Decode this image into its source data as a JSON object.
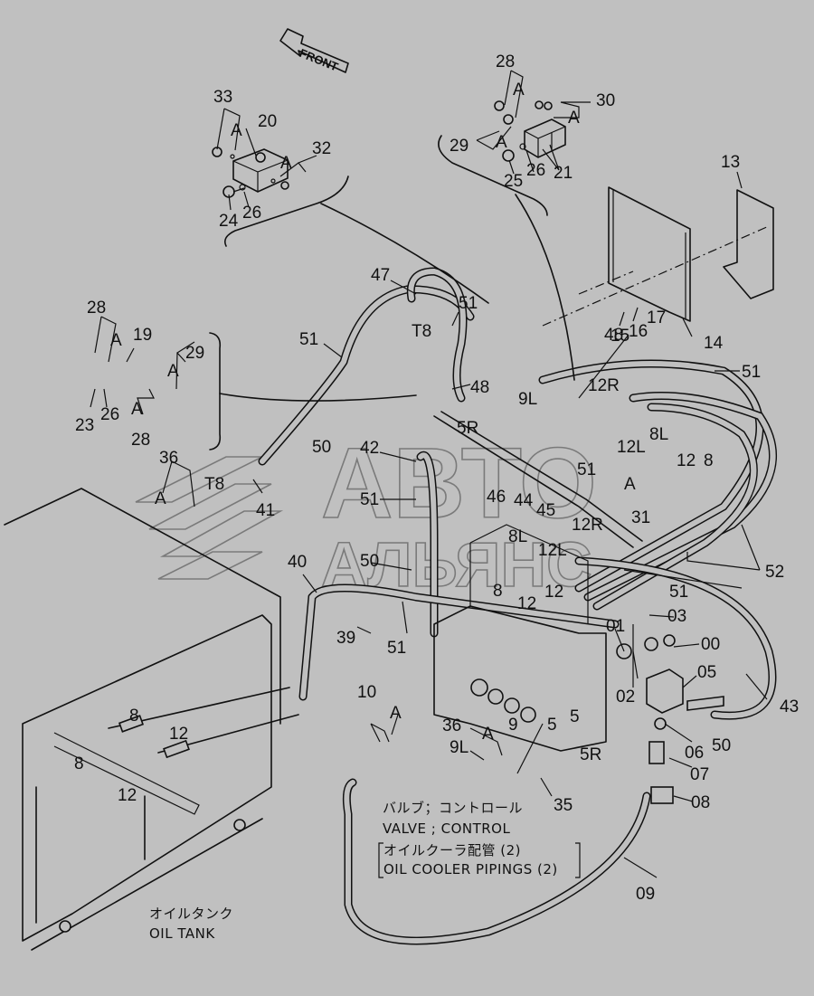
{
  "direction_indicator": {
    "text": "FRONT"
  },
  "captions": {
    "valve_jp": "バルブ；コントロール",
    "valve_en": "VALVE ; CONTROL",
    "group_jp": "オイルクーラ配管 (2)",
    "group_en": "OIL COOLER PIPINGS (2)",
    "tank_jp": "オイルタンク",
    "tank_en": "OIL TANK"
  },
  "watermark": {
    "line1": "АВТО",
    "line2": "АЛЬЯНС"
  },
  "callouts": [
    {
      "text": "33"
    },
    {
      "text": "A"
    },
    {
      "text": "20"
    },
    {
      "text": "32"
    },
    {
      "text": "A"
    },
    {
      "text": "24"
    },
    {
      "text": "26"
    },
    {
      "text": "28"
    },
    {
      "text": "A"
    },
    {
      "text": "30"
    },
    {
      "text": "A"
    },
    {
      "text": "29"
    },
    {
      "text": "A"
    },
    {
      "text": "25"
    },
    {
      "text": "26"
    },
    {
      "text": "21"
    },
    {
      "text": "13"
    },
    {
      "text": "15"
    },
    {
      "text": "16"
    },
    {
      "text": "17"
    },
    {
      "text": "14"
    },
    {
      "text": "47"
    },
    {
      "text": "51"
    },
    {
      "text": "T8"
    },
    {
      "text": "51"
    },
    {
      "text": "48"
    },
    {
      "text": "48"
    },
    {
      "text": "9L"
    },
    {
      "text": "12R"
    },
    {
      "text": "51"
    },
    {
      "text": "5R"
    },
    {
      "text": "28"
    },
    {
      "text": "A"
    },
    {
      "text": "19"
    },
    {
      "text": "29"
    },
    {
      "text": "A"
    },
    {
      "text": "23"
    },
    {
      "text": "26"
    },
    {
      "text": "A"
    },
    {
      "text": "28"
    },
    {
      "text": "36"
    },
    {
      "text": "A"
    },
    {
      "text": "T8"
    },
    {
      "text": "41"
    },
    {
      "text": "50"
    },
    {
      "text": "42"
    },
    {
      "text": "51"
    },
    {
      "text": "50"
    },
    {
      "text": "40"
    },
    {
      "text": "39"
    },
    {
      "text": "51"
    },
    {
      "text": "8L"
    },
    {
      "text": "12L"
    },
    {
      "text": "12"
    },
    {
      "text": "8"
    },
    {
      "text": "51"
    },
    {
      "text": "A"
    },
    {
      "text": "31"
    },
    {
      "text": "46"
    },
    {
      "text": "44"
    },
    {
      "text": "45"
    },
    {
      "text": "8L"
    },
    {
      "text": "12R"
    },
    {
      "text": "12L"
    },
    {
      "text": "8"
    },
    {
      "text": "12"
    },
    {
      "text": "12"
    },
    {
      "text": "52"
    },
    {
      "text": "51"
    },
    {
      "text": "01"
    },
    {
      "text": "03"
    },
    {
      "text": "00"
    },
    {
      "text": "02"
    },
    {
      "text": "05"
    },
    {
      "text": "43"
    },
    {
      "text": "06"
    },
    {
      "text": "50"
    },
    {
      "text": "5R"
    },
    {
      "text": "07"
    },
    {
      "text": "08"
    },
    {
      "text": "09"
    },
    {
      "text": "10"
    },
    {
      "text": "A"
    },
    {
      "text": "36"
    },
    {
      "text": "A"
    },
    {
      "text": "9"
    },
    {
      "text": "5"
    },
    {
      "text": "5"
    },
    {
      "text": "9L"
    },
    {
      "text": "35"
    },
    {
      "text": "8"
    },
    {
      "text": "12"
    },
    {
      "text": "8"
    },
    {
      "text": "12"
    }
  ]
}
